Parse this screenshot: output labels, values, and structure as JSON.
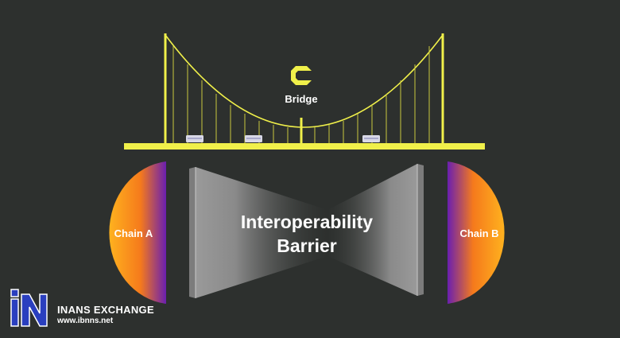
{
  "diagram": {
    "bridge_label": "Bridge",
    "barrier_line1": "Interoperability",
    "barrier_line2": "Barrier",
    "chain_a_label": "Chain A",
    "chain_b_label": "Chain B",
    "bridge_logo_icon": "bridge-logo-icon"
  },
  "watermark": {
    "logo_icon": "in-logo-icon",
    "title": "INANS EXCHANGE",
    "url": "www.ibnns.net"
  },
  "colors": {
    "background": "#2d302e",
    "bridge_yellow": "#f0f04a",
    "chain_orange": "#ff9a1a",
    "chain_purple": "#6a1fb0",
    "barrier_gray": "#b5b5b5",
    "logo_blue": "#2a3fbf"
  }
}
